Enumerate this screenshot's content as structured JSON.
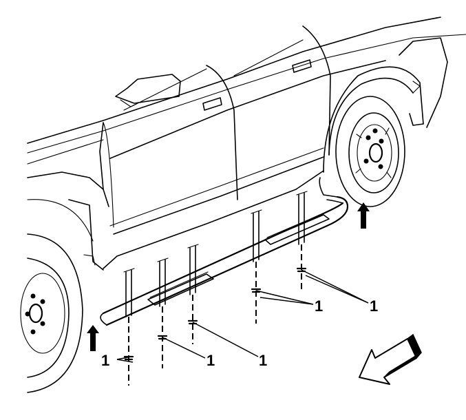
{
  "figure": {
    "callouts": [
      "1",
      "1",
      "1",
      "1",
      "1",
      "1"
    ],
    "icons": [
      "up-arrow-icon",
      "up-arrow-icon",
      "vehicle-front-direction-arrow-icon"
    ]
  }
}
